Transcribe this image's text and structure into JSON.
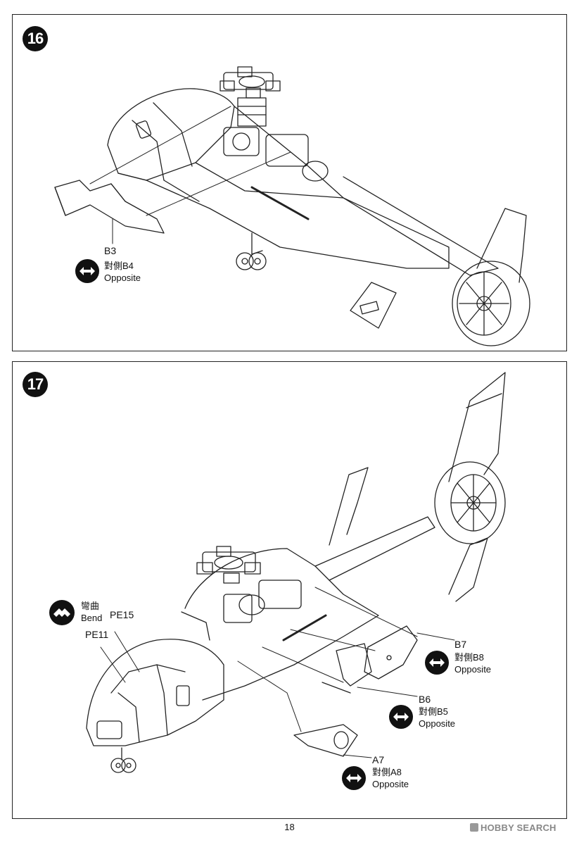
{
  "steps": [
    {
      "number": "16",
      "callouts": [
        {
          "part": "B3",
          "opposite_label": "對側B4",
          "opposite_en": "Opposite",
          "icon": "double-arrow-icon"
        }
      ]
    },
    {
      "number": "17",
      "bend": {
        "zh": "彎曲",
        "en": "Bend",
        "icon": "bend-chevron-icon"
      },
      "parts": [
        "PE15",
        "PE11"
      ],
      "callouts": [
        {
          "part": "B7",
          "opposite_label": "對側B8",
          "opposite_en": "Opposite",
          "icon": "double-arrow-icon"
        },
        {
          "part": "B6",
          "opposite_label": "對側B5",
          "opposite_en": "Opposite",
          "icon": "double-arrow-icon"
        },
        {
          "part": "A7",
          "opposite_label": "對側A8",
          "opposite_en": "Opposite",
          "icon": "double-arrow-icon"
        }
      ]
    }
  ],
  "page_number": "18",
  "watermark": "HOBBY SEARCH",
  "colors": {
    "ink": "#111111",
    "paper": "#ffffff",
    "watermark": "#888888"
  }
}
